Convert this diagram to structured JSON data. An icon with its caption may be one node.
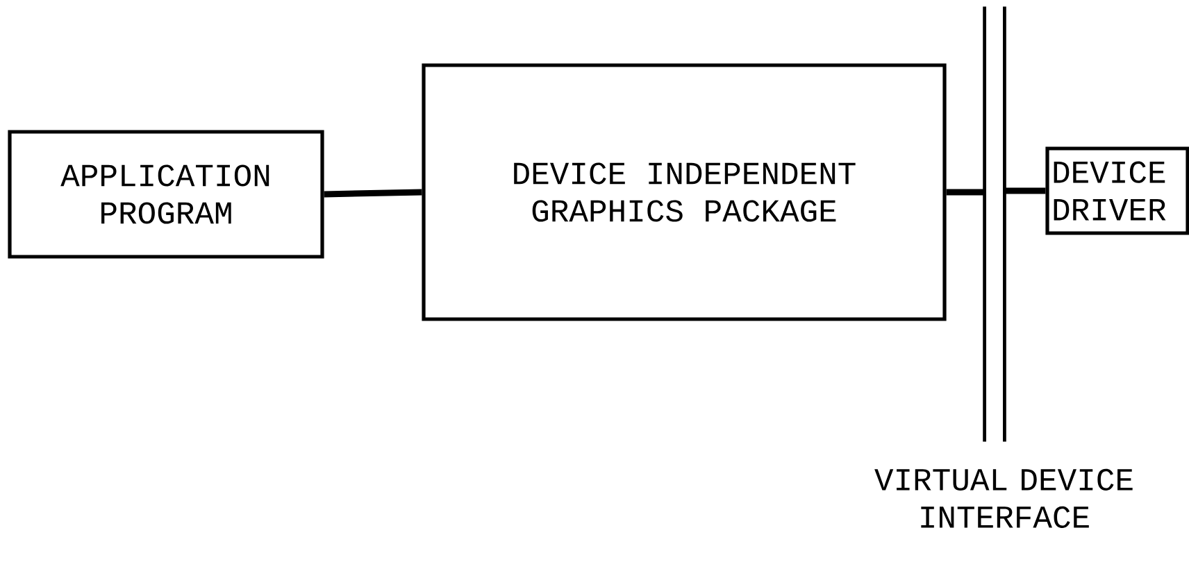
{
  "diagram": {
    "nodes": [
      {
        "text": [
          "APPLICATION PROGRAM"
        ]
      },
      {
        "text": [
          "DEVICE INDEPENDENT GRAPHICS PACKAGE"
        ]
      },
      {
        "text": [
          "VIRTUAL DEVICE INTERFACE"
        ]
      },
      {
        "text": [
          "DEVICE DRIVER"
        ]
      }
    ],
    "edges": [
      {
        "from": 0,
        "to": 1,
        "arrow": "none"
      },
      {
        "from": 1,
        "to": 2,
        "arrow": "none"
      },
      {
        "from": 2,
        "to": 3,
        "arrow": "none"
      }
    ]
  }
}
